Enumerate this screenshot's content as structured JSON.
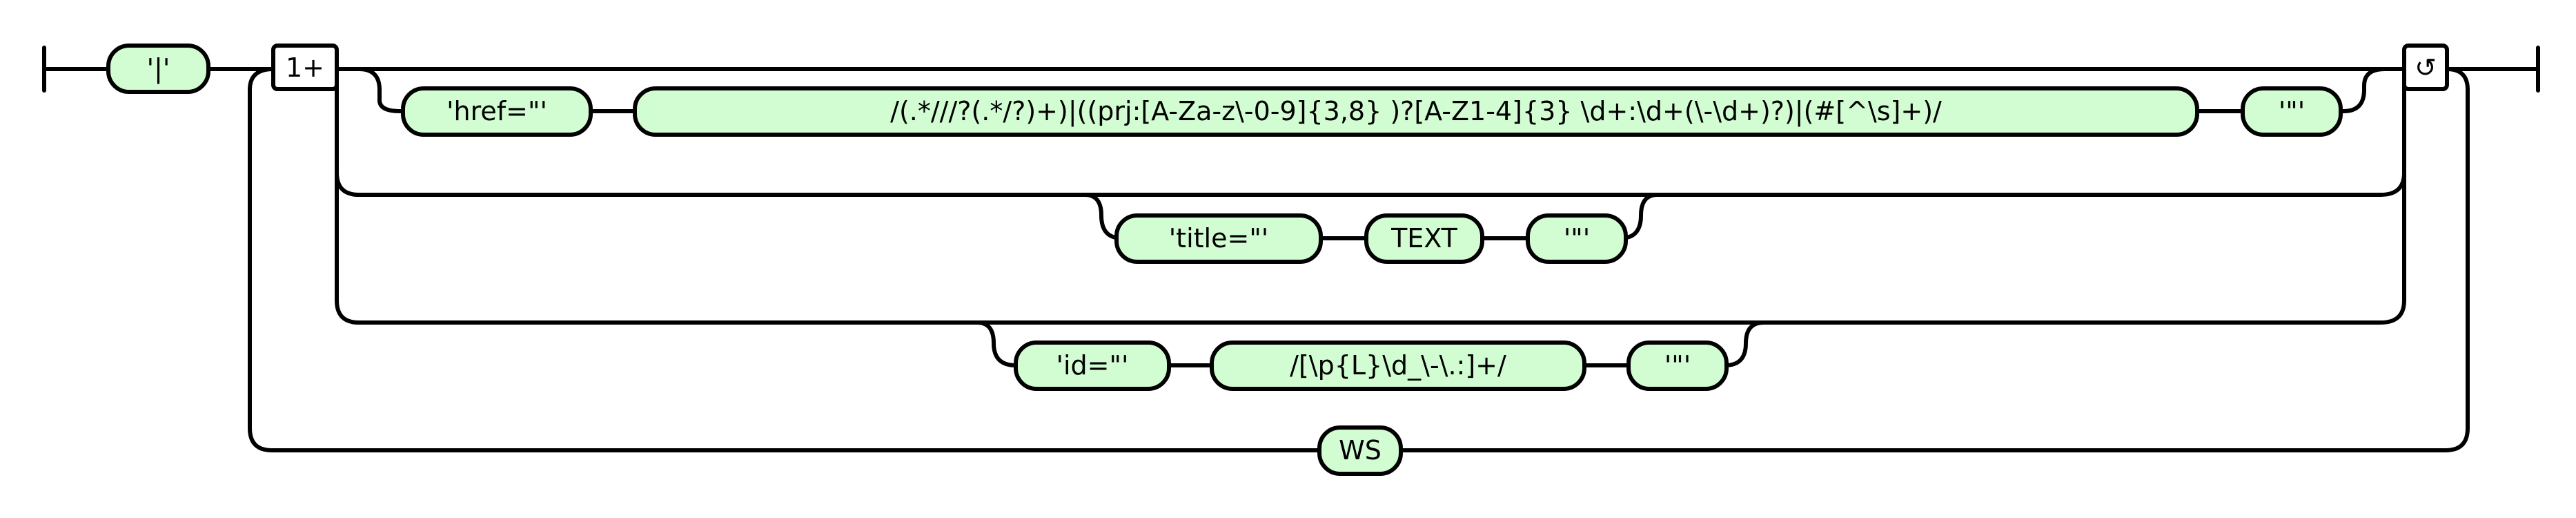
{
  "diagram": {
    "terminals": {
      "pipe": "'|'",
      "href_open": "'href=\"'",
      "href_regex": "/(.*///?(.*/?)+)|((prj:[A-Za-z\\-0-9]{3,8} )?[A-Z1-4]{3} \\d+:\\d+(\\-\\d+)?)|(#[^\\s]+)/",
      "href_close": "'\"'",
      "title_open": "'title=\"'",
      "text": "TEXT",
      "title_close": "'\"'",
      "id_open": "'id=\"'",
      "id_regex": "/[\\p{L}\\d_\\-\\.:]+/",
      "id_close": "'\"'",
      "ws": "WS"
    },
    "markers": {
      "one_or_more": "1+",
      "repeat": "↺"
    }
  }
}
